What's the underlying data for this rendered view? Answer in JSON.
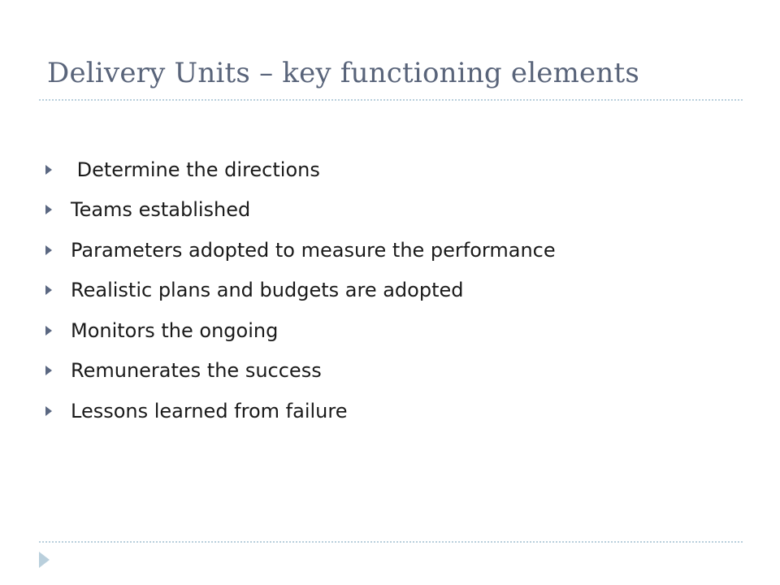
{
  "slide": {
    "title": "Delivery Units – key functioning elements",
    "bullets": [
      " Determine the directions",
      "Teams established",
      "Parameters adopted to measure the performance",
      "Realistic plans and budgets are adopted",
      "Monitors the ongoing",
      "Remunerates the success",
      "Lessons learned from failure"
    ],
    "bullet_icon": "triangle-right-icon",
    "colors": {
      "title": "#59647a",
      "text": "#1a1a1a",
      "bullet": "#5a6781",
      "rule": "#b9cfdc"
    }
  }
}
